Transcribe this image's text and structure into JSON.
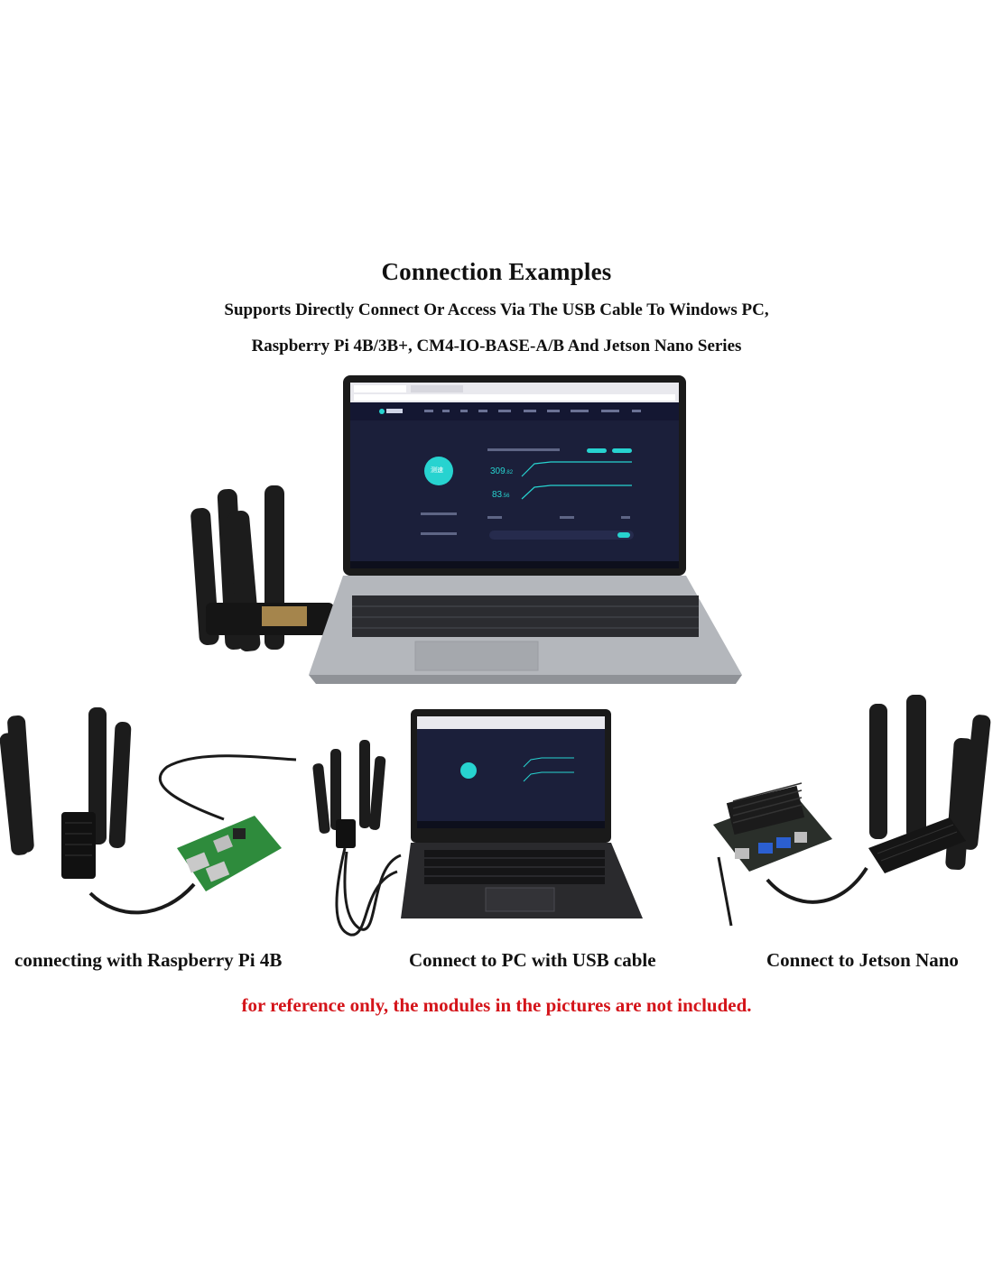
{
  "header": {
    "title": "Connection Examples",
    "subtitle_line1": "Supports Directly Connect Or Access Via The USB Cable To Windows PC,",
    "subtitle_line2": "Raspberry Pi 4B/3B+, CM4-IO-BASE-A/B And Jetson Nano Series"
  },
  "screen": {
    "download_value": "309",
    "download_decimal": ".82",
    "upload_value": "83",
    "upload_decimal": ".56",
    "test_button": "测速"
  },
  "captions": {
    "raspberry_pi": "connecting with Raspberry Pi 4B",
    "pc": "Connect to PC with USB cable",
    "jetson": "Connect to Jetson Nano"
  },
  "note": "for reference only, the modules in the pictures are not included.",
  "colors": {
    "accent_cyan": "#27d3d0",
    "note_red": "#d4141a",
    "screen_bg": "#1b1f3a",
    "antenna": "#1c1c1c"
  }
}
